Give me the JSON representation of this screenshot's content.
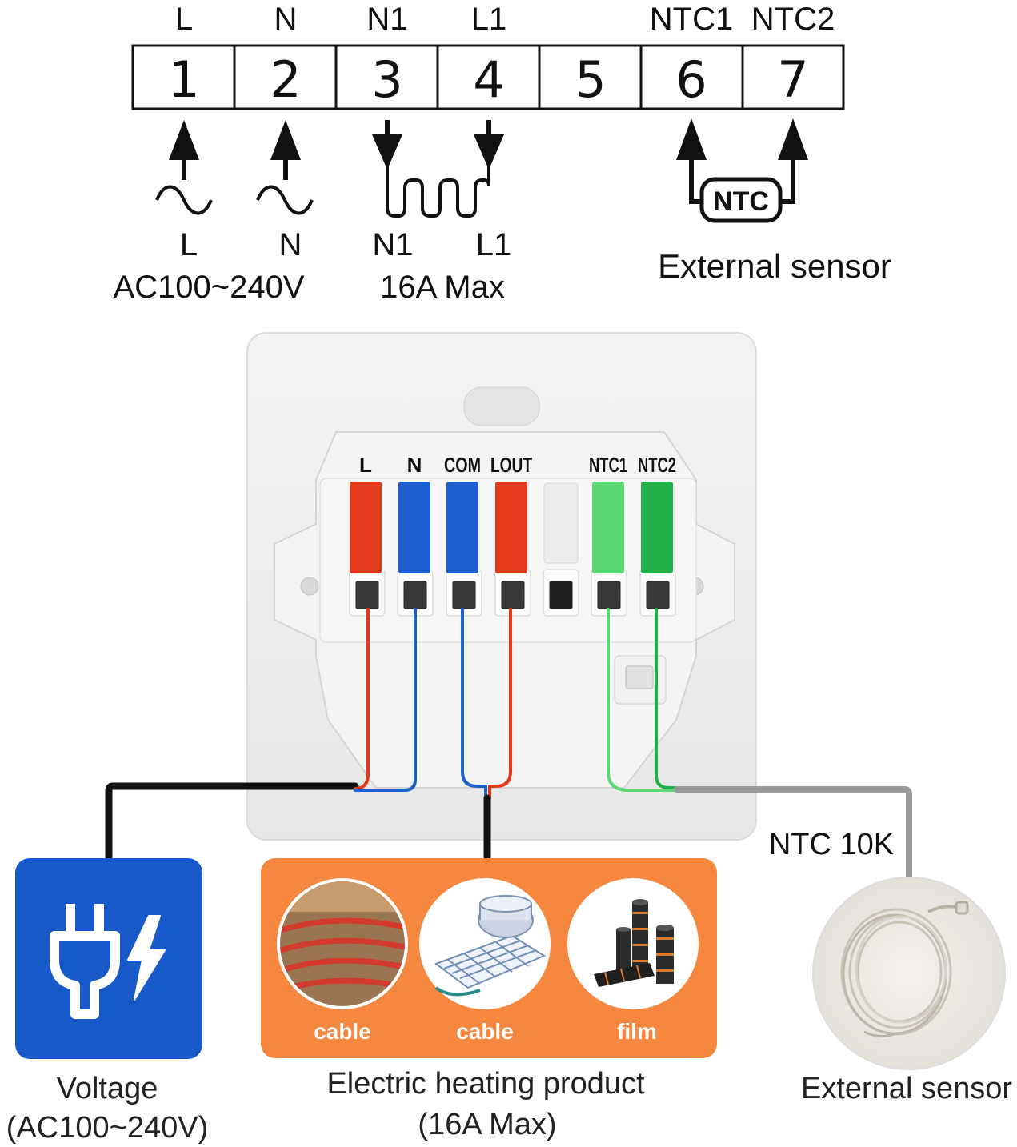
{
  "terminal_block": {
    "top_labels": [
      "L",
      "N",
      "N1",
      "L1",
      "",
      "NTC1",
      "NTC2"
    ],
    "numbers": [
      "1",
      "2",
      "3",
      "4",
      "5",
      "6",
      "7"
    ]
  },
  "schematic": {
    "power": {
      "phase_labels": [
        "L",
        "N"
      ],
      "voltage": "AC100~240V"
    },
    "load": {
      "labels": [
        "N1",
        "L1"
      ],
      "rating": "16A Max"
    },
    "sensor": {
      "box_label": "NTC",
      "caption": "External sensor"
    }
  },
  "device": {
    "terminal_labels": [
      "L",
      "N",
      "COM",
      "LOUT",
      "NTC1",
      "NTC2"
    ],
    "wire_colors": {
      "red": "#e2391d",
      "blue": "#1e5fd0",
      "light_green": "#5bd874",
      "green": "#22b04a",
      "black": "#111111",
      "gray": "#9a9a9a"
    }
  },
  "sensor_spec": "NTC 10K",
  "voltage_card": {
    "color": "#1759c9",
    "icon": "plug-lightning-icon",
    "caption_line1": "Voltage",
    "caption_line2": "(AC100~240V)"
  },
  "heating_card": {
    "color": "#f5873f",
    "items": [
      {
        "label": "cable",
        "icon": "floor-heating-cable-icon"
      },
      {
        "label": "cable",
        "icon": "heating-mat-icon"
      },
      {
        "label": "film",
        "icon": "heating-film-rolls-icon"
      }
    ],
    "caption_line1": "Electric heating product",
    "caption_line2": "(16A Max)"
  },
  "sensor_card": {
    "icon": "coiled-sensor-cable-icon",
    "caption": "External sensor"
  }
}
